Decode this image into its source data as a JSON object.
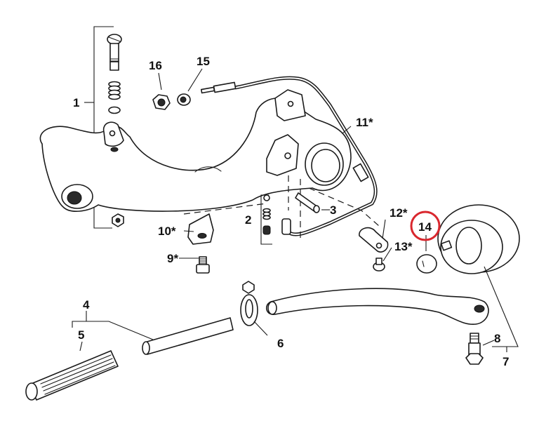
{
  "diagram": {
    "type": "exploded-parts-diagram",
    "highlight_color": "#d9272e",
    "ink_color": "#1a1a1a",
    "highlighted_callout": "14",
    "callouts": [
      {
        "id": "1",
        "label": "1"
      },
      {
        "id": "2",
        "label": "2"
      },
      {
        "id": "3",
        "label": "3"
      },
      {
        "id": "4",
        "label": "4"
      },
      {
        "id": "5",
        "label": "5"
      },
      {
        "id": "6",
        "label": "6"
      },
      {
        "id": "7",
        "label": "7"
      },
      {
        "id": "8",
        "label": "8"
      },
      {
        "id": "9",
        "label": "9*"
      },
      {
        "id": "10",
        "label": "10*"
      },
      {
        "id": "11",
        "label": "11*"
      },
      {
        "id": "12",
        "label": "12*"
      },
      {
        "id": "13",
        "label": "13*"
      },
      {
        "id": "14",
        "label": "14"
      },
      {
        "id": "15",
        "label": "15"
      },
      {
        "id": "16",
        "label": "16"
      }
    ]
  }
}
